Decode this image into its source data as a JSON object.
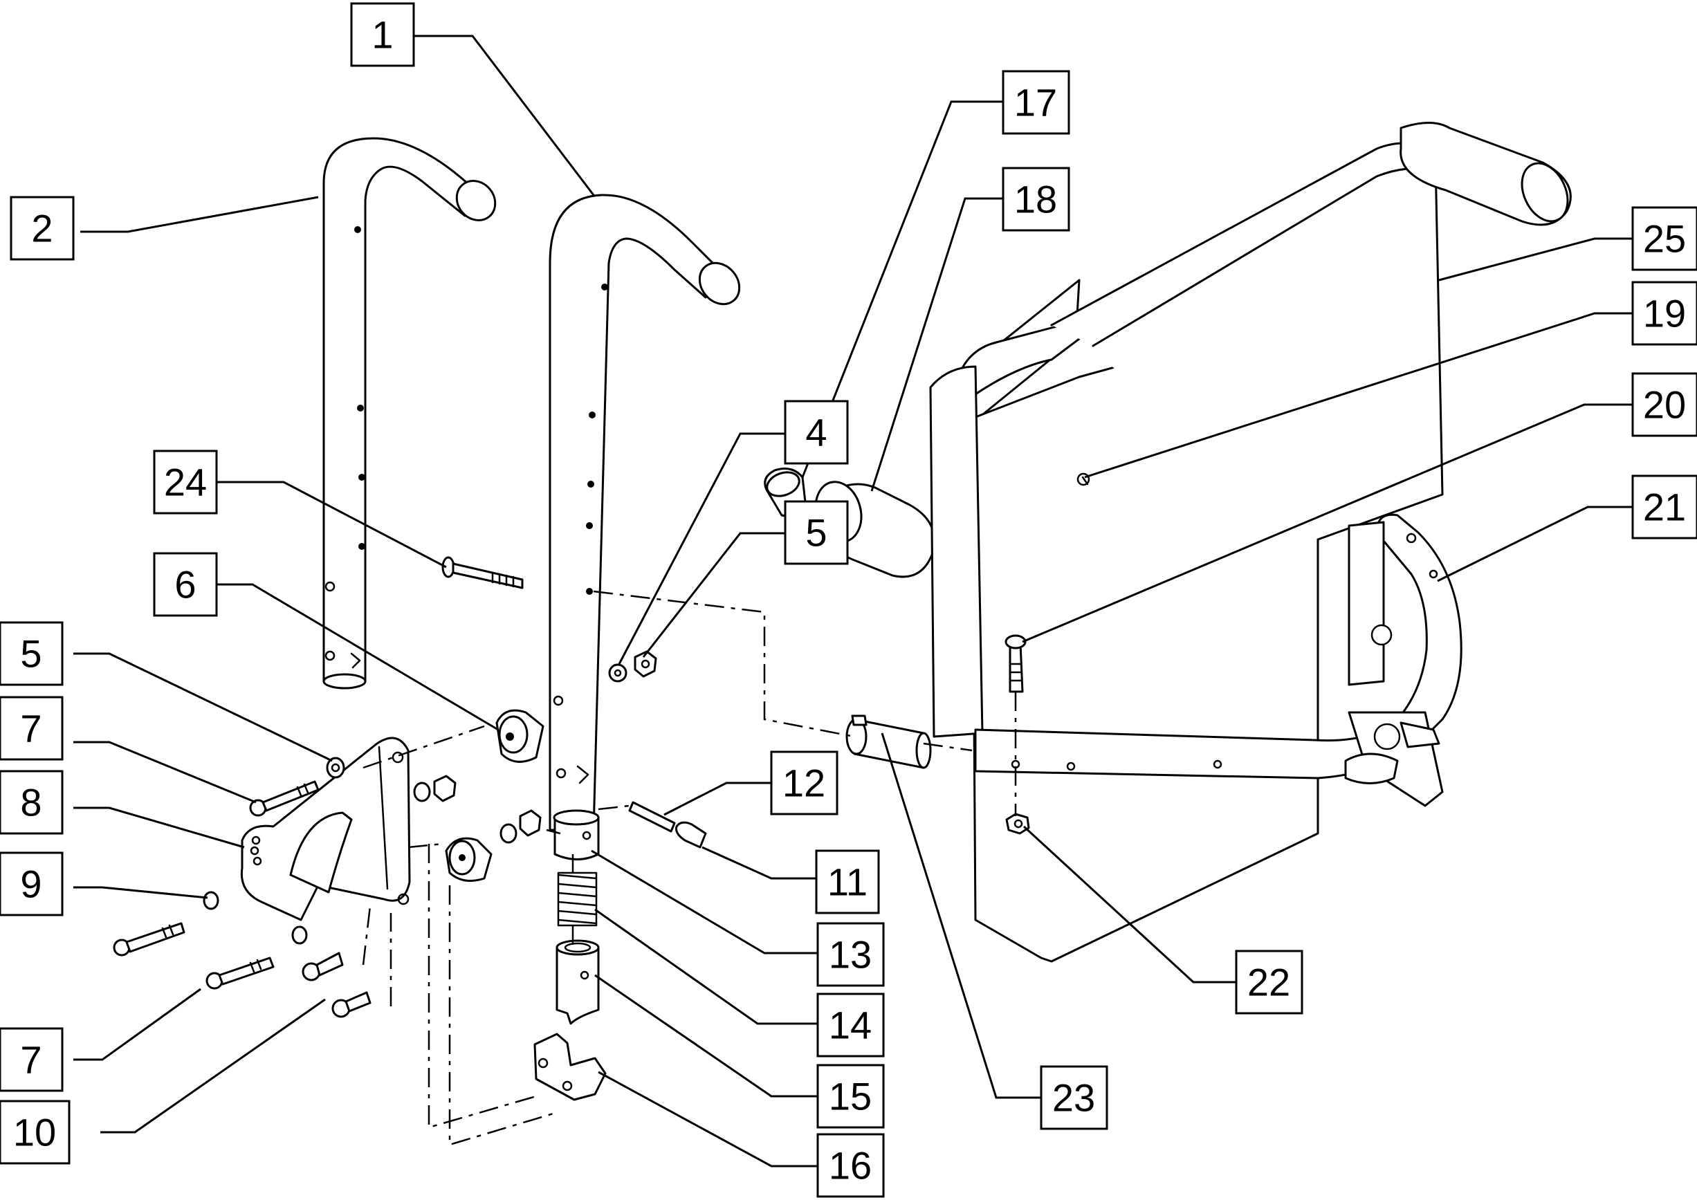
{
  "callouts": [
    {
      "label": "1"
    },
    {
      "label": "2"
    },
    {
      "label": "4"
    },
    {
      "label": "5"
    },
    {
      "label": "5"
    },
    {
      "label": "6"
    },
    {
      "label": "7"
    },
    {
      "label": "7"
    },
    {
      "label": "8"
    },
    {
      "label": "9"
    },
    {
      "label": "10"
    },
    {
      "label": "11"
    },
    {
      "label": "12"
    },
    {
      "label": "13"
    },
    {
      "label": "14"
    },
    {
      "label": "15"
    },
    {
      "label": "16"
    },
    {
      "label": "17"
    },
    {
      "label": "18"
    },
    {
      "label": "19"
    },
    {
      "label": "20"
    },
    {
      "label": "21"
    },
    {
      "label": "22"
    },
    {
      "label": "23"
    },
    {
      "label": "24"
    },
    {
      "label": "25"
    }
  ]
}
